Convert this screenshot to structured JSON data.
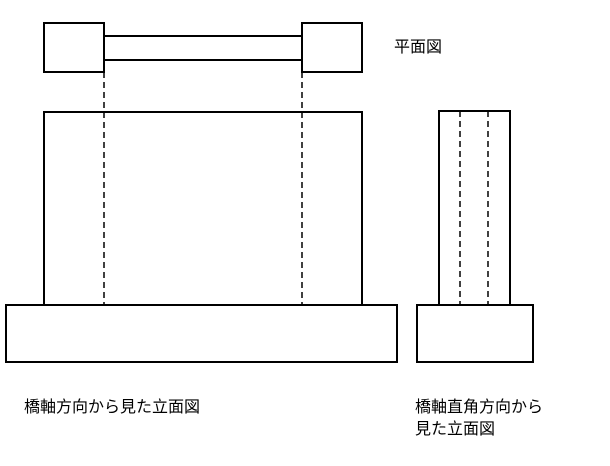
{
  "labels": {
    "plan_view": "平面図",
    "elevation_bridge_axis": "橋軸方向から見た立面図",
    "elevation_perpendicular_line1": "橋軸直角方向から",
    "elevation_perpendicular_line2": "見た立面図"
  },
  "colors": {
    "line": "#000000",
    "background": "#ffffff"
  }
}
